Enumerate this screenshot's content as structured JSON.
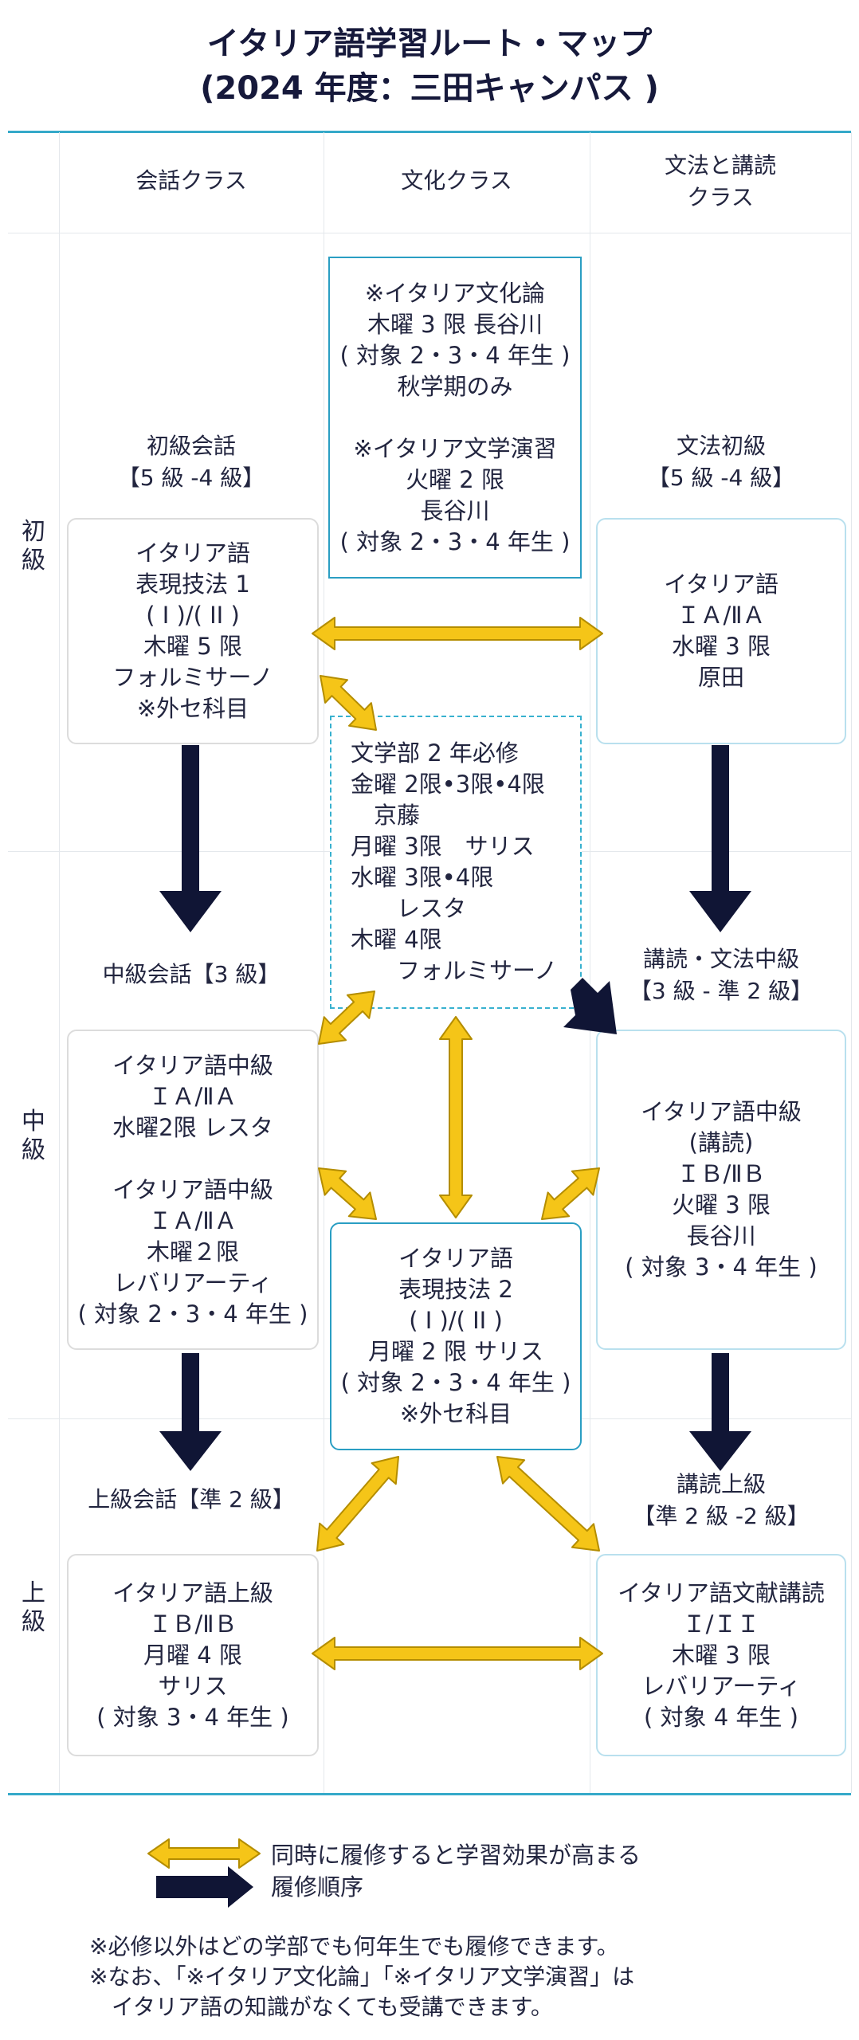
{
  "title": {
    "line1": "イタリア語学習ルート・マップ",
    "line2": "(2024 年度：三田キャンパス )"
  },
  "columns": {
    "conversation": "会話クラス",
    "culture": "文化クラス",
    "grammar": "文法と講読\nクラス"
  },
  "levels": {
    "beginner": "初\n級",
    "intermediate": "中\n級",
    "advanced": "上\n級"
  },
  "labels": {
    "conv_beginner": "初級会話\n【5 級 -4 級】",
    "gram_beginner": "文法初級\n【5 級 -4 級】",
    "conv_intermediate": "中級会話【3 級】",
    "gram_intermediate": "講読・文法中級\n【3 級 - 準 2 級】",
    "conv_advanced": "上級会話【準 2 級】",
    "gram_advanced": "講読上級\n【準 2 級 -2 級】"
  },
  "boxes": {
    "culture_top": "※イタリア文化論\n木曜 3 限 長谷川\n( 対象 2・3・4 年生 )\n秋学期のみ\n\n※イタリア文学演習\n火曜 2 限\n長谷川\n( 対象 2・3・4 年生 )",
    "conv_b": "イタリア語\n表現技法 1\n( I )/( II )\n木曜 5 限\nフォルミサーノ\n※外セ科目",
    "gram_b": "イタリア語\nＩＡ/ⅡＡ\n水曜 3 限\n原田",
    "required": "文学部 2 年必修\n金曜 2限•3限•4限\n　京藤\n月曜 3限　サリス\n水曜 3限•4限\n　　レスタ\n木曜 4限\n　　フォルミサーノ",
    "conv_i": "イタリア語中級\nＩＡ/ⅡＡ\n水曜2限 レスタ\n\nイタリア語中級\nＩＡ/ⅡＡ\n木曜２限\nレバリアーティ\n( 対象 2・3・4 年生 )",
    "gram_i": "イタリア語中級\n(講読)\nＩＢ/ⅡＢ\n火曜 3 限\n長谷川\n( 対象 3・4 年生 )",
    "expr2": "イタリア語\n表現技法 2\n( I )/( II )\n月曜 2 限 サリス\n( 対象 2・3・4 年生 )\n※外セ科目",
    "conv_a": "イタリア語上級\nＩＢ/ⅡＢ\n月曜 4 限\nサリス\n( 対象 3・4 年生 )",
    "gram_a": "イタリア語文献講読\nＩ/ＩＩ\n木曜 3 限\nレバリアーティ\n( 対象 4 年生 )"
  },
  "legend": {
    "double_arrow": "同時に履修すると学習効果が高まる",
    "single_arrow": "履修順序"
  },
  "notes": {
    "line1": "※必修以外はどの学部でも何年生でも履修できます。",
    "line2": "※なお、「※イタリア文化論」「※イタリア文学演習」は",
    "line3": "　イタリア語の知識がなくても受講できます。"
  },
  "colors": {
    "arrow_yellow": "#f5c518",
    "arrow_yellow_outline": "#b48d00",
    "arrow_navy": "#101535",
    "accent_teal": "#2a9ec3"
  }
}
